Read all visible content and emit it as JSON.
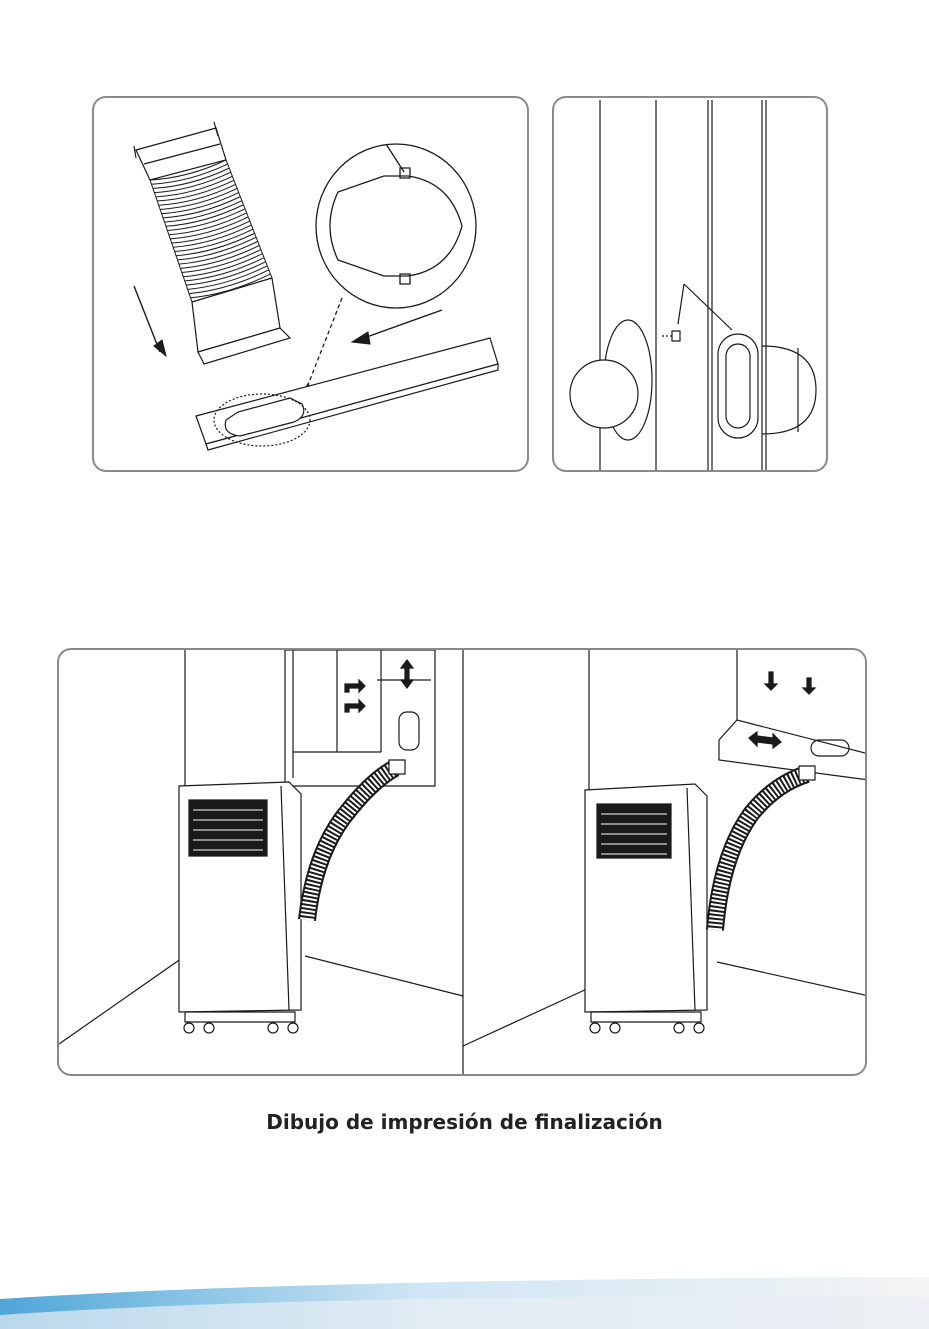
{
  "caption": "Dibujo de impresión de finalización",
  "colors": {
    "line": "#1a1a1a",
    "panel_border": "#8a8a8a",
    "footer_blue": "#4fa6d8"
  },
  "figures": [
    {
      "id": "hose-to-window-slider",
      "arrows": [
        "down-left-arrow",
        "left-arrow"
      ]
    },
    {
      "id": "window-adapter-screw",
      "arrows": []
    },
    {
      "id": "installed-units",
      "arrows": [
        "right-arrow",
        "up-down-arrow",
        "down-arrow",
        "left-right-arrow"
      ]
    }
  ]
}
